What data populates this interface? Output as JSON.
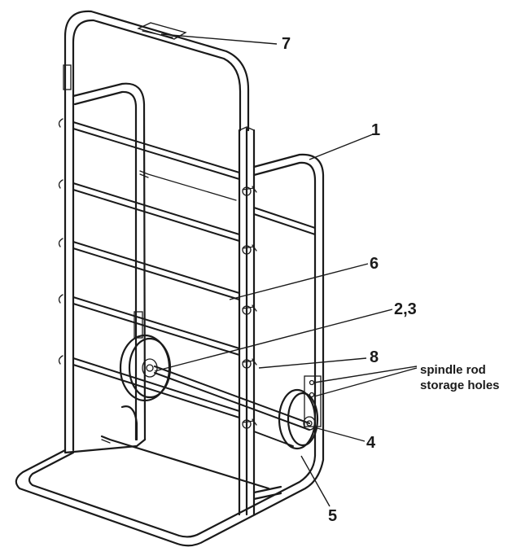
{
  "callouts": {
    "c1": "1",
    "c6": "6",
    "c23": "2,3",
    "c8": "8",
    "c4": "4",
    "c5": "5",
    "c7": "7",
    "storage_line1": "spindle rod",
    "storage_line2": "storage holes"
  },
  "colors": {
    "line": "#1a1a1a",
    "background": "#ffffff"
  }
}
